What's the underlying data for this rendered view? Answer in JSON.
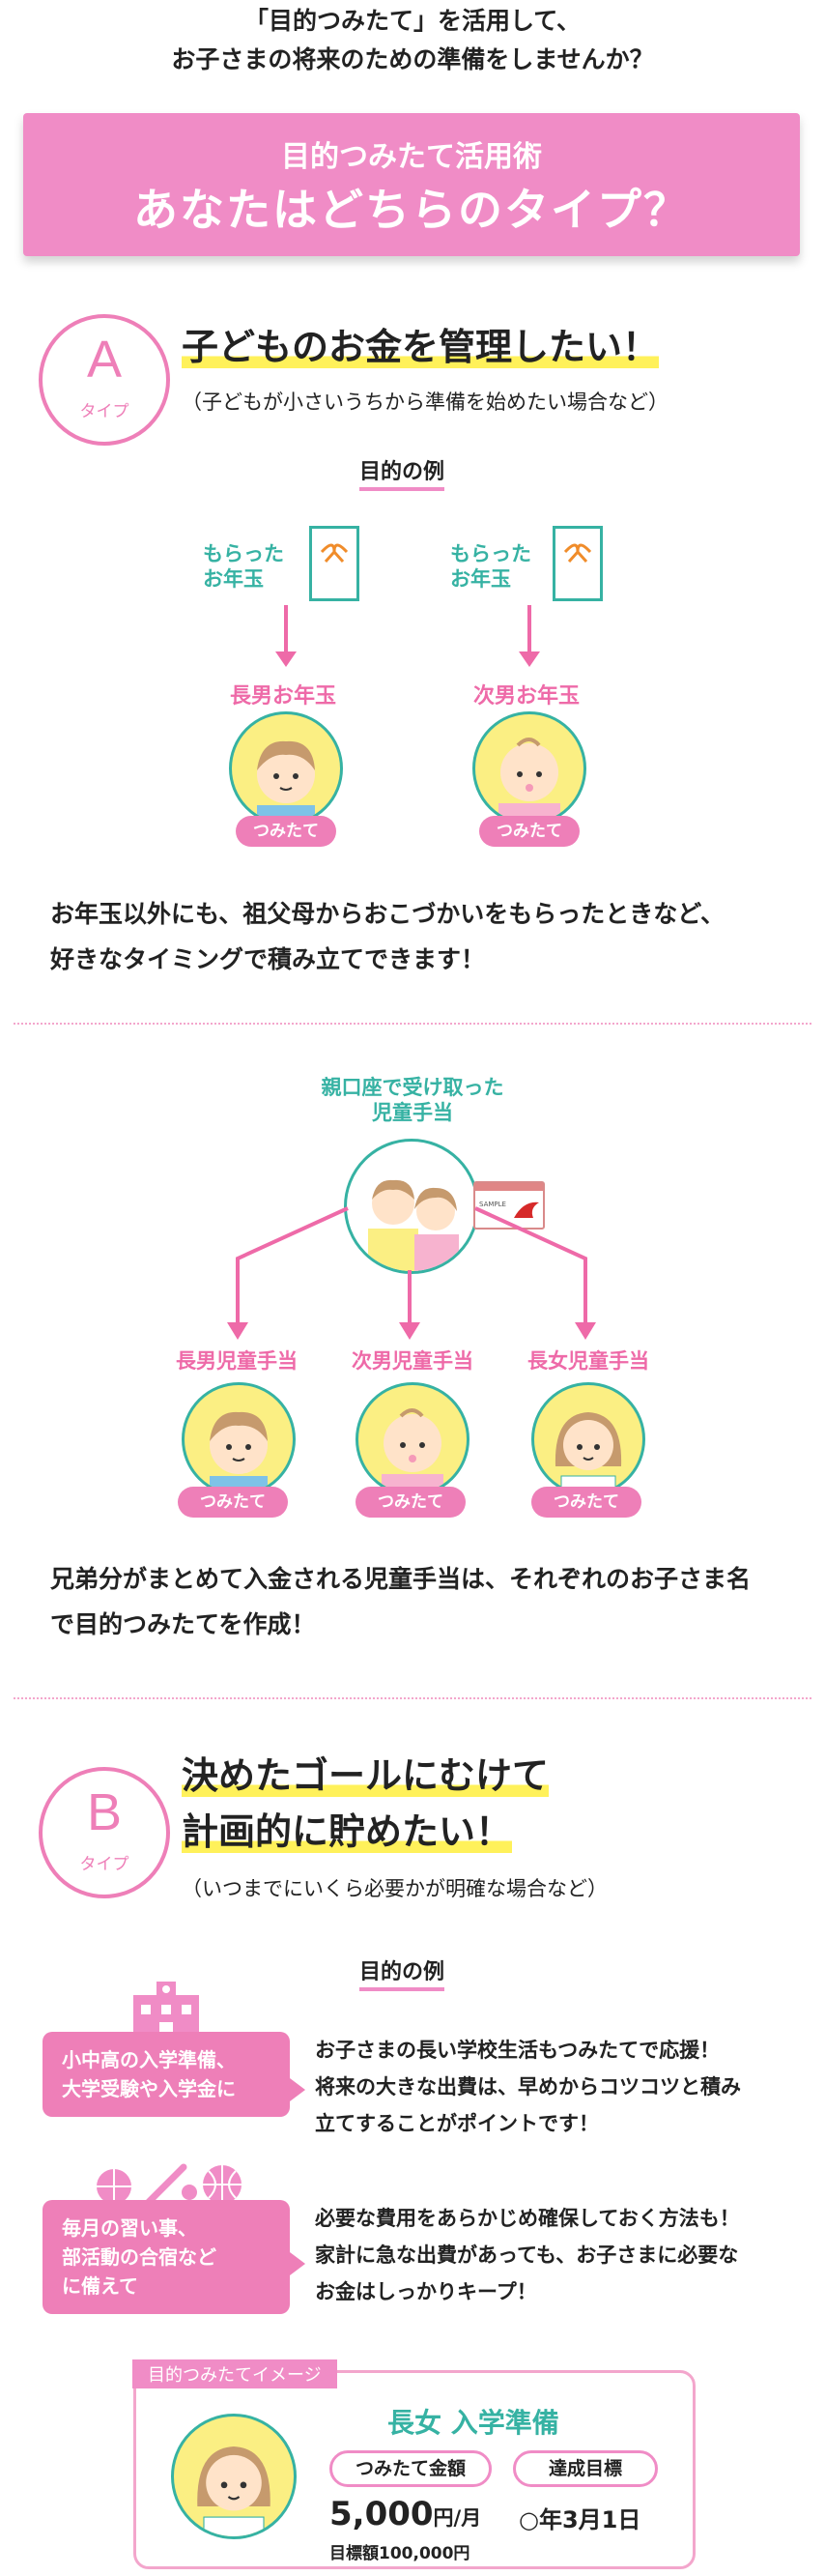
{
  "intro": {
    "line1": "「目的つみたて」を活用して、",
    "line2": "お子さまの将来のための準備をしませんか？"
  },
  "hero": {
    "subtitle": "目的つみたて活用術",
    "title": "あなたはどちらのタイプ？"
  },
  "typeA": {
    "letter": "A",
    "type_label": "タイプ",
    "title": "子どものお金を管理したい！",
    "note": "（子どもが小さいうちから準備を始めたい場合など）",
    "example_heading": "目的の例",
    "examples": [
      {
        "from_line1": "もらった",
        "from_line2": "お年玉",
        "label": "長男お年玉",
        "pill": "つみたて"
      },
      {
        "from_line1": "もらった",
        "from_line2": "お年玉",
        "label": "次男お年玉",
        "pill": "つみたて"
      }
    ],
    "text_line1": "お年玉以外にも、祖父母からおこづかいをもらったときなど、",
    "text_line2": "好きなタイミングで積み立てできます！",
    "allowance": {
      "source_line1": "親口座で受け取った",
      "source_line2": "児童手当",
      "card_label": "SAMPLE",
      "children": [
        {
          "label": "長男児童手当",
          "pill": "つみたて"
        },
        {
          "label": "次男児童手当",
          "pill": "つみたて"
        },
        {
          "label": "長女児童手当",
          "pill": "つみたて"
        }
      ],
      "text_line1": "兄弟分がまとめて入金される児童手当は、それぞれのお子さま名",
      "text_line2": "で目的つみたてを作成！"
    }
  },
  "typeB": {
    "letter": "B",
    "type_label": "タイプ",
    "title_line1": "決めたゴールにむけて",
    "title_line2": "計画的に貯めたい！",
    "note": "（いつまでにいくら必要かが明確な場合など）",
    "example_heading": "目的の例",
    "examples": [
      {
        "box_line1": "小中高の入学準備、",
        "box_line2": "大学受験や入学金に",
        "box_line3": "",
        "desc_line1": "お子さまの長い学校生活もつみたてで応援！",
        "desc_line2": "将来の大きな出費は、早めからコツコツと積み",
        "desc_line3": "立てすることがポイントです！"
      },
      {
        "box_line1": "毎月の習い事、",
        "box_line2": "部活動の合宿など",
        "box_line3": "に備えて",
        "desc_line1": "必要な費用をあらかじめ確保しておく方法も！",
        "desc_line2": "家計に急な出費があっても、お子さまに必要な",
        "desc_line3": "お金はしっかりキープ！"
      }
    ],
    "image_card": {
      "tag": "目的つみたてイメージ",
      "title": "長女 入学準備",
      "amount_label": "つみたて金額",
      "amount_value": "5,000",
      "amount_unit": "円/月",
      "target_amount": "目標額100,000円",
      "goal_label": "達成目標",
      "goal_value": "○年3月1日"
    }
  },
  "colors": {
    "pink": "#f08cc6",
    "teal": "#36b2a3",
    "yellow": "#fff15a",
    "avatar_bg": "#fbef83"
  }
}
